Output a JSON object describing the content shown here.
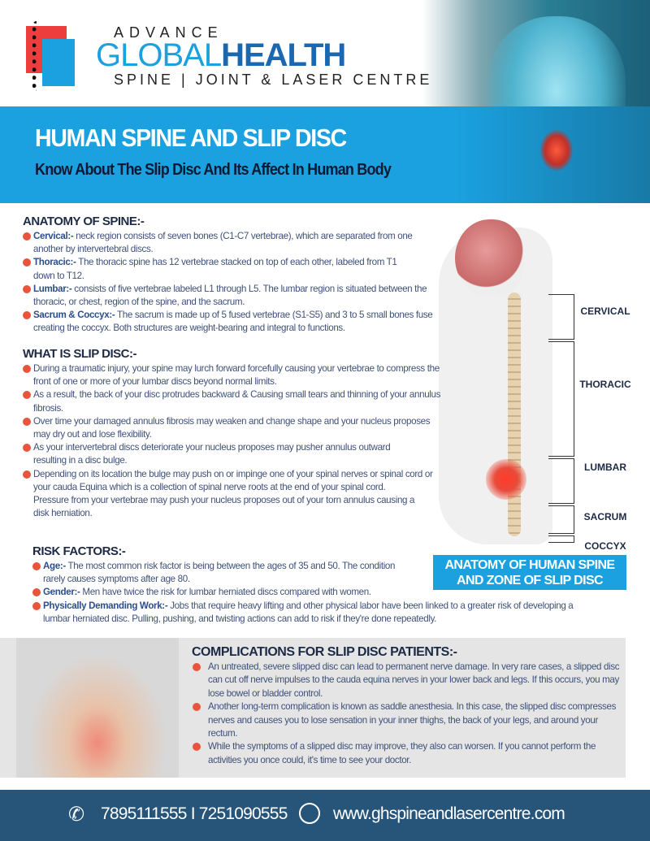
{
  "logo": {
    "advance": "ADVANCE",
    "global": "GLOBAL",
    "health": "HEALTH",
    "tagline": "SPINE | JOINT & LASER CENTRE"
  },
  "header": {
    "title": "HUMAN SPINE AND SLIP DISC",
    "subtitle": "Know About The Slip Disc And Its Affect In Human Body"
  },
  "anatomy": {
    "heading": "ANATOMY OF SPINE:-",
    "items": [
      {
        "label": "Cervical:-",
        "text": " neck region consists of seven bones (C1-C7 vertebrae), which are separated from one another by intervertebral discs."
      },
      {
        "label": "Thoracic:-",
        "text": " The thoracic spine has 12 vertebrae stacked on top of each other, labeled from T1 down to T12."
      },
      {
        "label": "Lumbar:-",
        "text": " consists of five vertebrae labeled L1 through L5. The lumbar region is situated between the thoracic, or chest, region of the spine, and the sacrum."
      },
      {
        "label": "Sacrum & Coccyx:-",
        "text": " The sacrum is made up of 5 fused vertebrae (S1-S5) and 3 to 5 small bones fuse creating the coccyx. Both structures are weight-bearing and integral to functions."
      }
    ]
  },
  "slip": {
    "heading": "WHAT IS SLIP DISC:-",
    "items": [
      "During a traumatic injury, your spine may lurch forward forcefully causing your vertebrae to compress the front of one or more of your lumbar discs beyond normal limits.",
      "As a result, the back of your disc protrudes backward & Causing small tears and thinning of your annulus fibrosis.",
      "Over time your damaged annulus fibrosis may weaken and change shape and your nucleus proposes may dry out and lose flexibility.",
      "As your intervertebral discs deteriorate your nucleus proposes may pusher annulus outward resulting in a disc bulge.",
      "Depending on its location the bulge may push on or impinge one of your spinal nerves or spinal cord or your cauda Equina which is a collection of spinal nerve roots at the end of your spinal cord."
    ],
    "continuation": "Pressure from your vertebrae may push your nucleus proposes out of your torn annulus causing a disk herniation."
  },
  "risk": {
    "heading": "RISK FACTORS:-",
    "items": [
      {
        "label": "Age:-",
        "text": " The most common risk factor is being between the ages of 35 and 50. The condition rarely causes symptoms after age 80."
      },
      {
        "label": "Gender:-",
        "text": " Men have twice the risk for lumbar herniated discs compared with women."
      },
      {
        "label": "Physically Demanding Work:-",
        "text": " Jobs that require heavy lifting and other physical labor have been linked to a greater risk of developing a lumbar herniated disc. Pulling, pushing, and twisting actions can add to risk if they're done repeatedly."
      }
    ]
  },
  "figure": {
    "labels": [
      "CERVICAL",
      "THORACIC",
      "LUMBAR",
      "SACRUM",
      "COCCYX"
    ],
    "caption": "ANATOMY OF HUMAN SPINE AND ZONE OF SLIP DISC"
  },
  "complications": {
    "heading": "COMPLICATIONS FOR SLIP DISC PATIENTS:-",
    "items": [
      "An untreated, severe slipped disc can lead to permanent nerve damage. In very rare cases, a slipped disc can cut off nerve impulses to the cauda equina nerves in your lower back and legs. If this occurs, you may lose bowel or bladder control.",
      "Another long-term complication is known as saddle anesthesia. In this case, the slipped disc compresses nerves and causes you to lose sensation in your inner thighs, the back of your legs, and around your rectum.",
      "While the symptoms of a slipped disc may improve, they also can worsen. If you cannot perform the activities you once could, it's time to see your doctor."
    ]
  },
  "footer": {
    "phone": "7895111555 I 7251090555",
    "website": "www.ghspineandlasercentre.com",
    "phone_icon": "phone-icon",
    "web_icon": "globe-icon"
  },
  "colors": {
    "brand_blue": "#1ba1e0",
    "footer": "#27557a",
    "bullet": "#e8553c",
    "logo_red": "#ee3d3d"
  }
}
